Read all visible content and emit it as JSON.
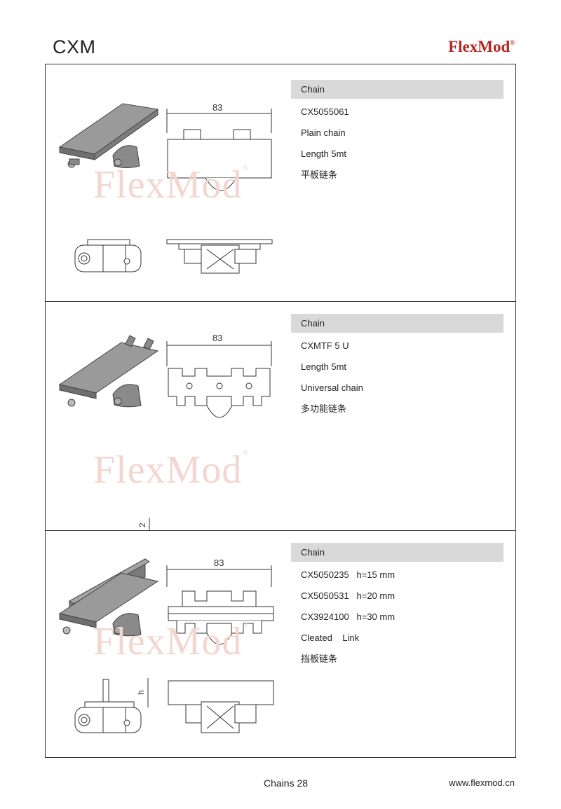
{
  "header": {
    "title": "CXM",
    "brand": "FlexMod",
    "brand_mark": "®"
  },
  "watermark": {
    "text": "FlexMod",
    "mark": "®"
  },
  "sections": [
    {
      "dimension": "83",
      "heading": "Chain",
      "lines": [
        "CX5055061",
        "Plain chain",
        "Length 5mt",
        "平板链条"
      ]
    },
    {
      "dimension": "83",
      "side_dimension": "2",
      "heading": "Chain",
      "lines": [
        "CXMTF 5 U",
        "Length 5mt",
        "Universal chain",
        "多功能链条"
      ]
    },
    {
      "dimension": "83",
      "side_dimension": "h",
      "heading": "Chain",
      "lines": [
        "CX5050235   h=15 mm",
        "CX5050531   h=20 mm",
        "CX3924100   h=30 mm",
        "Cleated    Link",
        "挡板链条"
      ]
    }
  ],
  "footer": {
    "page": "Chains 28",
    "website": "www.flexmod.cn"
  },
  "colors": {
    "brand": "#b5261e",
    "watermark": "#f2d6cf",
    "heading_bg": "#d9d9d9",
    "part": "#8a8a8a"
  }
}
